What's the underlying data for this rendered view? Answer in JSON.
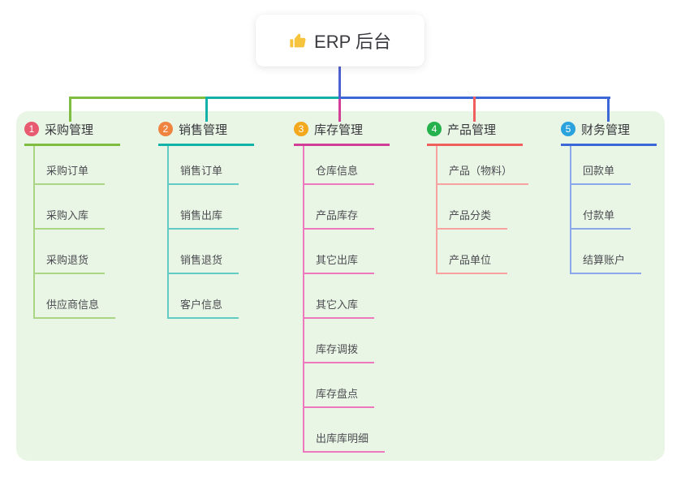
{
  "root": {
    "label": "ERP 后台",
    "icon": "thumbs-up-icon"
  },
  "colors": {
    "root_connector": "#4f61d0",
    "panel_bg": "#eaf6e5",
    "icon_yellow": "#f6c43c"
  },
  "branches": [
    {
      "num": "1",
      "title": "采购管理",
      "badge_color": "#e75a70",
      "line_color": "#7ebd3f",
      "child_line_color": "#a9d584",
      "children": [
        "采购订单",
        "采购入库",
        "采购退货",
        "供应商信息"
      ]
    },
    {
      "num": "2",
      "title": "销售管理",
      "badge_color": "#ee8440",
      "line_color": "#12b2a8",
      "child_line_color": "#62cbc3",
      "children": [
        "销售订单",
        "销售出库",
        "销售退货",
        "客户信息"
      ]
    },
    {
      "num": "3",
      "title": "库存管理",
      "badge_color": "#f3a81d",
      "line_color": "#d23d96",
      "child_line_color": "#ee78bd",
      "children": [
        "仓库信息",
        "产品库存",
        "其它出库",
        "其它入库",
        "库存调拨",
        "库存盘点",
        "出库库明细"
      ]
    },
    {
      "num": "4",
      "title": "产品管理",
      "badge_color": "#25b14c",
      "line_color": "#f15e5e",
      "child_line_color": "#f7a1a1",
      "children": [
        "产品（物料）",
        "产品分类",
        "产品单位"
      ]
    },
    {
      "num": "5",
      "title": "财务管理",
      "badge_color": "#2aa2de",
      "line_color": "#3b67d7",
      "child_line_color": "#8aa7ea",
      "children": [
        "回款单",
        "付款单",
        "结算账户"
      ]
    }
  ]
}
